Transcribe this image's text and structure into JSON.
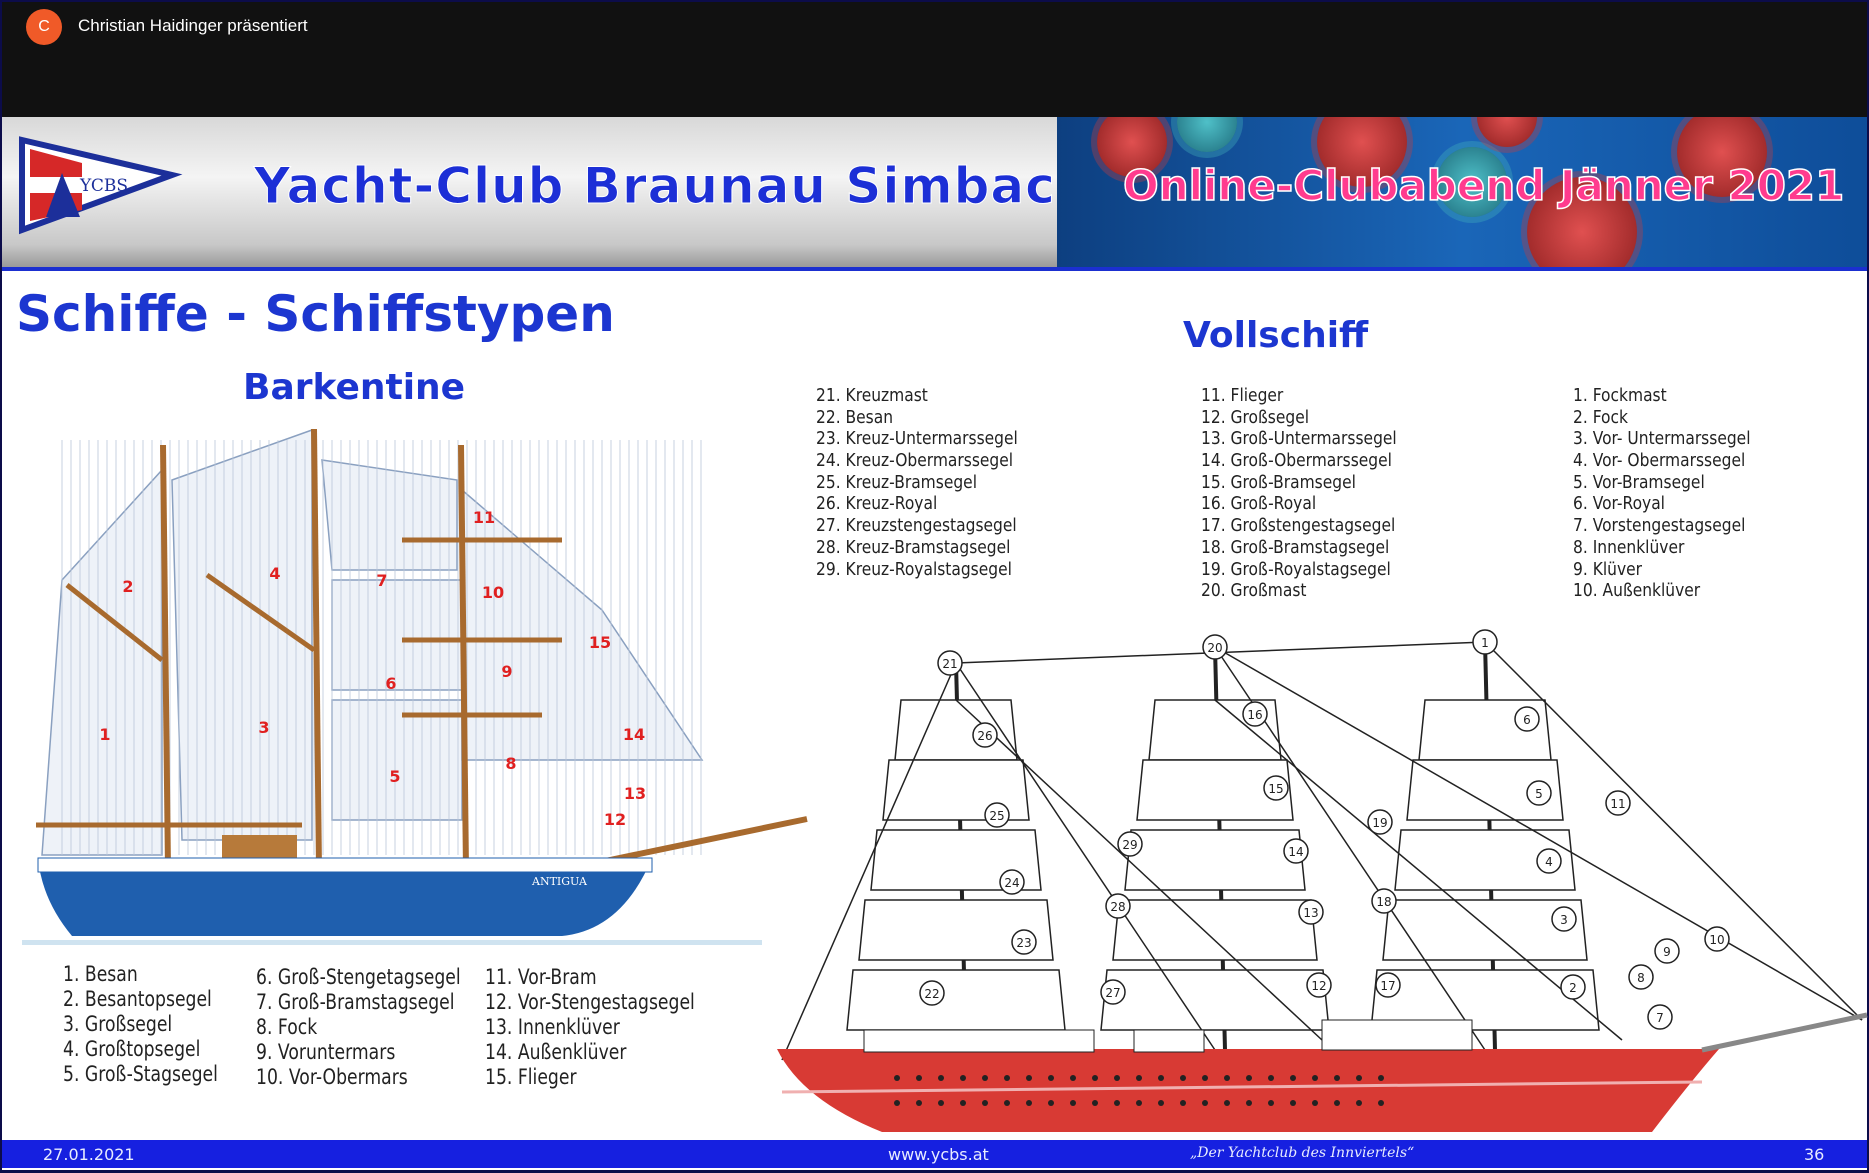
{
  "meeting": {
    "avatar_initial": "C",
    "presenter": "Christian Haidinger präsentiert"
  },
  "banner": {
    "logo_text": "YCBS",
    "club": "Yacht-Club Braunau Simbach",
    "event": "Online-Clubabend Jänner 2021"
  },
  "slide": {
    "title": "Schiffe - Schiffstypen",
    "barkentine": {
      "heading": "Barkentine",
      "ship_name": "ANTIGUA",
      "diagram_labels": [
        "1",
        "2",
        "3",
        "4",
        "5",
        "6",
        "7",
        "8",
        "9",
        "10",
        "11",
        "12",
        "13",
        "14",
        "15"
      ],
      "columns": [
        [
          "1. Besan",
          "2. Besantopsegel",
          "3. Großsegel",
          "4. Großtopsegel",
          "5. Groß-Stagsegel"
        ],
        [
          "6. Groß-Stengetagsegel",
          "7. Groß-Bramstagsegel",
          "8. Fock",
          "9. Voruntermars",
          "10. Vor-Obermars"
        ],
        [
          "11. Vor-Bram",
          "12. Vor-Stengestagsegel",
          "13. Innenklüver",
          "14. Außenklüver",
          "15. Flieger"
        ]
      ]
    },
    "vollschiff": {
      "heading": "Vollschiff",
      "diagram_labels": [
        "1",
        "2",
        "3",
        "4",
        "5",
        "6",
        "7",
        "8",
        "9",
        "10",
        "11",
        "12",
        "13",
        "14",
        "15",
        "16",
        "17",
        "18",
        "19",
        "20",
        "21",
        "22",
        "23",
        "24",
        "25",
        "26",
        "27",
        "28",
        "29"
      ],
      "columns": [
        [
          "21. Kreuzmast",
          "22. Besan",
          "23. Kreuz-Untermarssegel",
          "24. Kreuz-Obermarssegel",
          "25. Kreuz-Bramsegel",
          "26. Kreuz-Royal",
          "27. Kreuzstengestagsegel",
          "28. Kreuz-Bramstagsegel",
          "29. Kreuz-Royalstagsegel"
        ],
        [
          "11. Flieger",
          "12. Großsegel",
          "13. Groß-Untermarssegel",
          "14. Groß-Obermarssegel",
          "15. Groß-Bramsegel",
          "16. Groß-Royal",
          "17. Großstengestagsegel",
          "18. Groß-Bramstagsegel",
          "19. Groß-Royalstagsegel",
          "20. Großmast"
        ],
        [
          "1. Fockmast",
          "2. Fock",
          "3. Vor- Untermarssegel",
          "4. Vor- Obermarssegel",
          "5. Vor-Bramsegel",
          "6. Vor-Royal",
          "7. Vorstengestagsegel",
          "8. Innenklüver",
          "9. Klüver",
          "10. Außenklüver"
        ]
      ]
    },
    "footer": {
      "date": "27.01.2021",
      "website": "www.ycbs.at",
      "motto": "„Der Yachtclub des Innviertels“",
      "page": "36"
    }
  },
  "colors": {
    "accent": "#1c36d0",
    "footer": "#1620e0",
    "event": "#ff3b8e",
    "hull_barkentine": "#1f5fae",
    "hull_vollschiff": "#d83a34"
  }
}
